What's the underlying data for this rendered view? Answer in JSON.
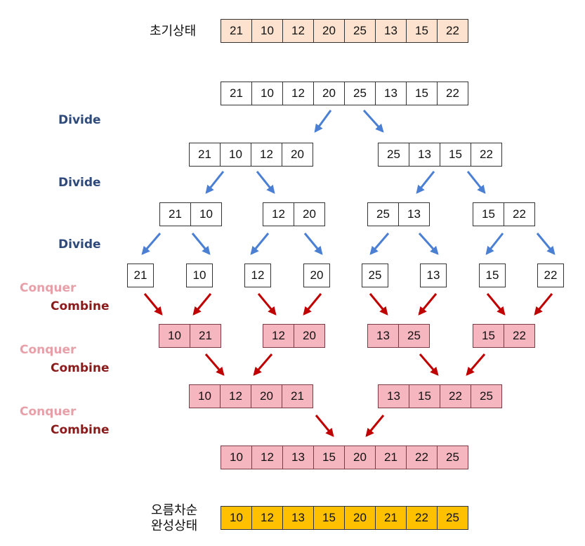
{
  "labels": {
    "initial": "초기상태",
    "final_line1": "오름차순",
    "final_line2": "완성상태",
    "divide": "Divide",
    "conquer": "Conquer",
    "combine": "Combine"
  },
  "initial": [
    21,
    10,
    12,
    20,
    25,
    13,
    15,
    22
  ],
  "level0": [
    21,
    10,
    12,
    20,
    25,
    13,
    15,
    22
  ],
  "level1": [
    [
      21,
      10,
      12,
      20
    ],
    [
      25,
      13,
      15,
      22
    ]
  ],
  "level2": [
    [
      21,
      10
    ],
    [
      12,
      20
    ],
    [
      25,
      13
    ],
    [
      15,
      22
    ]
  ],
  "level3": [
    21,
    10,
    12,
    20,
    25,
    13,
    15,
    22
  ],
  "merge1": [
    [
      10,
      21
    ],
    [
      12,
      20
    ],
    [
      13,
      25
    ],
    [
      15,
      22
    ]
  ],
  "merge2": [
    [
      10,
      12,
      20,
      21
    ],
    [
      13,
      15,
      22,
      25
    ]
  ],
  "merge3": [
    10,
    12,
    13,
    15,
    20,
    21,
    22,
    25
  ],
  "final": [
    10,
    12,
    13,
    15,
    20,
    21,
    22,
    25
  ],
  "colors": {
    "divide_arrow": "#4a7fd4",
    "combine_arrow": "#c00000",
    "initial_fill": "#fde3cf",
    "merged_fill": "#f6b6bf",
    "final_fill": "#ffc000"
  }
}
